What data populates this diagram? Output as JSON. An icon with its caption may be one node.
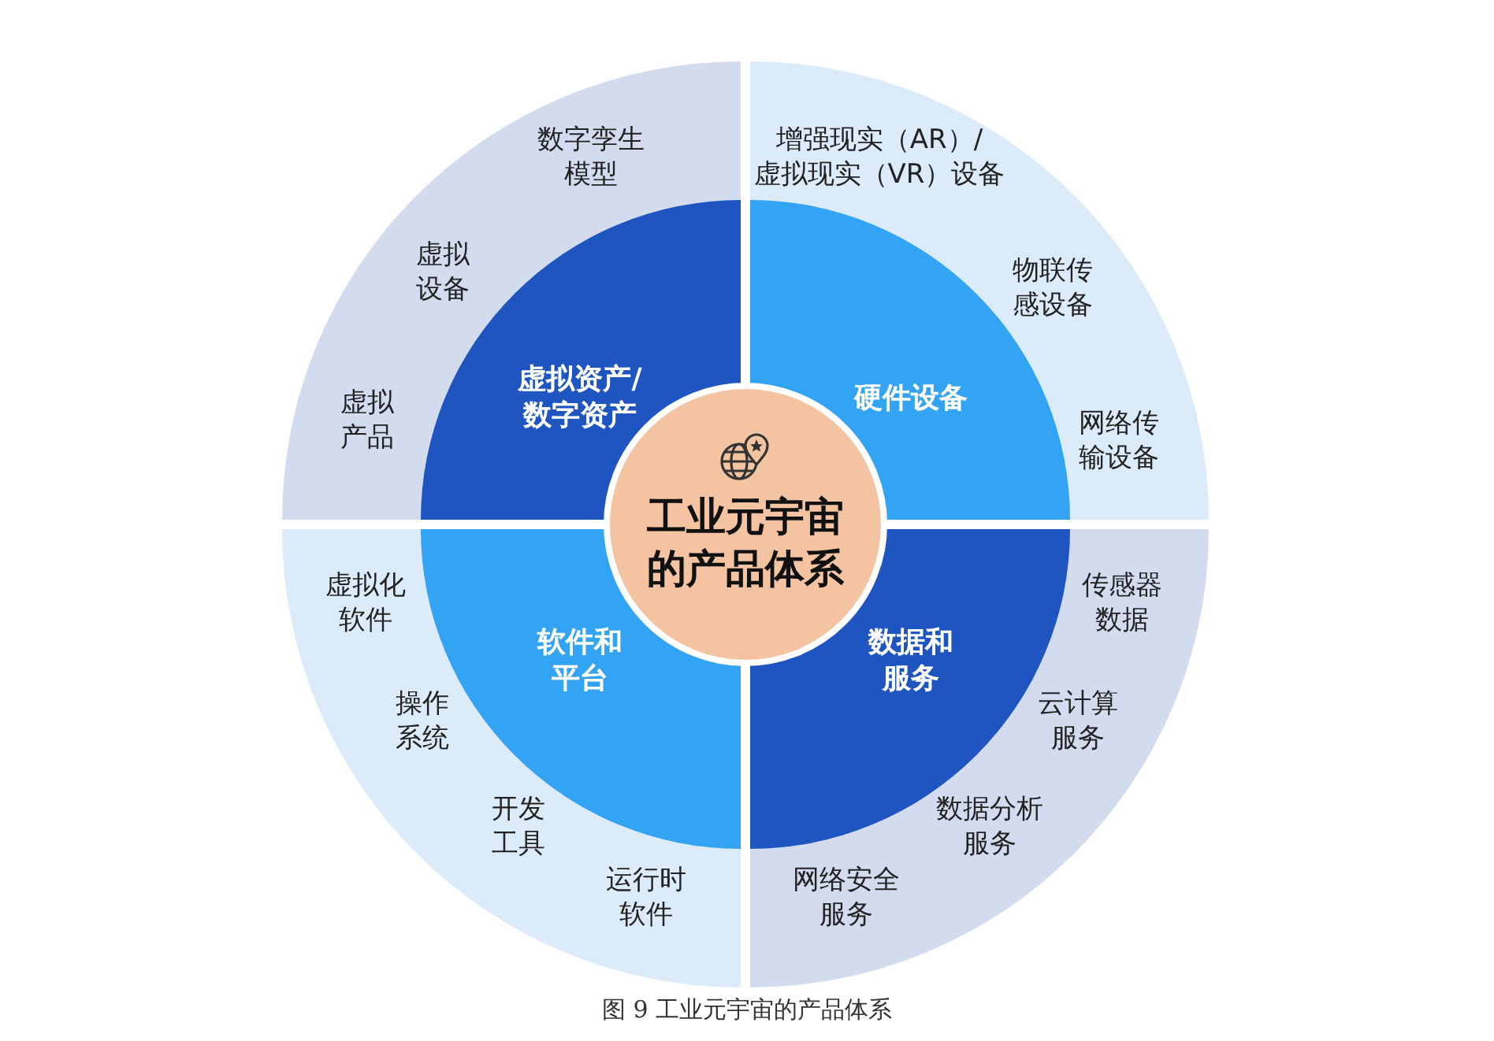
{
  "diagram": {
    "caption": "图 9 工业元宇宙的产品体系",
    "nodes": [
      {
        "text": [
          "数字孪生模型",
          "虚拟设备",
          "虚拟产品"
        ]
      },
      {
        "text": [
          "增强现实（AR）/ 虚拟现实（VR）设备",
          "物联传感设备",
          "网络传输设备"
        ]
      },
      {
        "text": [
          "虚拟化软件",
          "操作系统",
          "开发工具",
          "运行时软件"
        ]
      },
      {
        "text": [
          "传感器数据",
          "云计算服务",
          "数据分析服务",
          "网络安全服务"
        ]
      },
      {
        "text": [
          "虚拟资产/数字资产"
        ],
        "in": 0
      },
      {
        "text": [
          "硬件设备"
        ],
        "in": 1
      },
      {
        "text": [
          "软件和平台"
        ],
        "in": 2
      },
      {
        "text": [
          "数据和服务"
        ],
        "in": 3
      },
      {
        "text": [
          "工业元宇宙的产品体系"
        ]
      }
    ]
  }
}
